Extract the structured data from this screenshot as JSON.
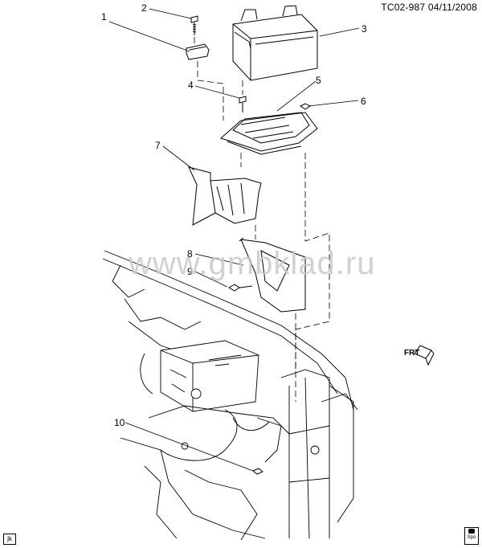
{
  "header": {
    "code": "TC02-987",
    "date": "04/11/2008"
  },
  "watermark": "www.gmbklad.ru",
  "callouts": [
    "1",
    "2",
    "3",
    "4",
    "5",
    "6",
    "7",
    "8",
    "9",
    "10"
  ],
  "frt_label": "FRT",
  "corner_left": "jk",
  "corner_right": "Spo",
  "colors": {
    "line": "#000000",
    "watermark": "#c9c9c9",
    "background": "#ffffff"
  }
}
